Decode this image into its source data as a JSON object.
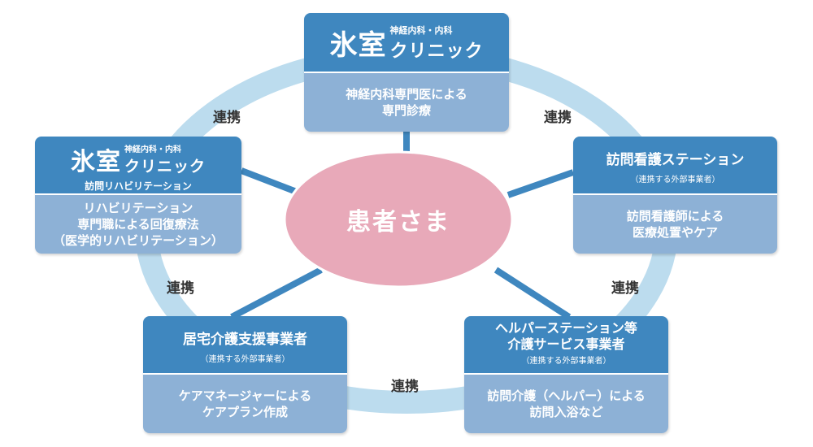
{
  "center": {
    "label": "患者さま"
  },
  "renkei": [
    "連携",
    "連携",
    "連携",
    "連携",
    "連携"
  ],
  "clinic_top": {
    "logo_main": "氷室",
    "logo_sub": "神経内科・内科",
    "logo_kana": "クリニック",
    "service": [
      "神経内科専門医による",
      "専門診療"
    ]
  },
  "clinic_rehab": {
    "logo_main": "氷室",
    "logo_sub": "神経内科・内科",
    "logo_kana": "クリニック",
    "dept": "訪問リハビリテーション",
    "service": [
      "リハビリテーション",
      "専門職による回復療法",
      "（医学的リハビリテーション）"
    ]
  },
  "nursing": {
    "title": "訪問看護ステーション",
    "note": "（連携する外部事業者）",
    "service": [
      "訪問看護師による",
      "医療処置やケア"
    ]
  },
  "care_support": {
    "title": "居宅介護支援事業者",
    "note": "（連携する外部事業者）",
    "service": [
      "ケアマネージャーによる",
      "ケアプラン作成"
    ]
  },
  "helper": {
    "title_lines": [
      "ヘルパーステーション等",
      "介護サービス事業者"
    ],
    "note": "（連携する外部事業者）",
    "service": [
      "訪問介護（ヘルパー）による",
      "訪問入浴など"
    ]
  },
  "colors": {
    "ring": "#bcdcee",
    "connector": "#3f87bf",
    "center_fill": "#e8a9b9",
    "header": "#3f87bf",
    "body": "#8db1d6"
  }
}
